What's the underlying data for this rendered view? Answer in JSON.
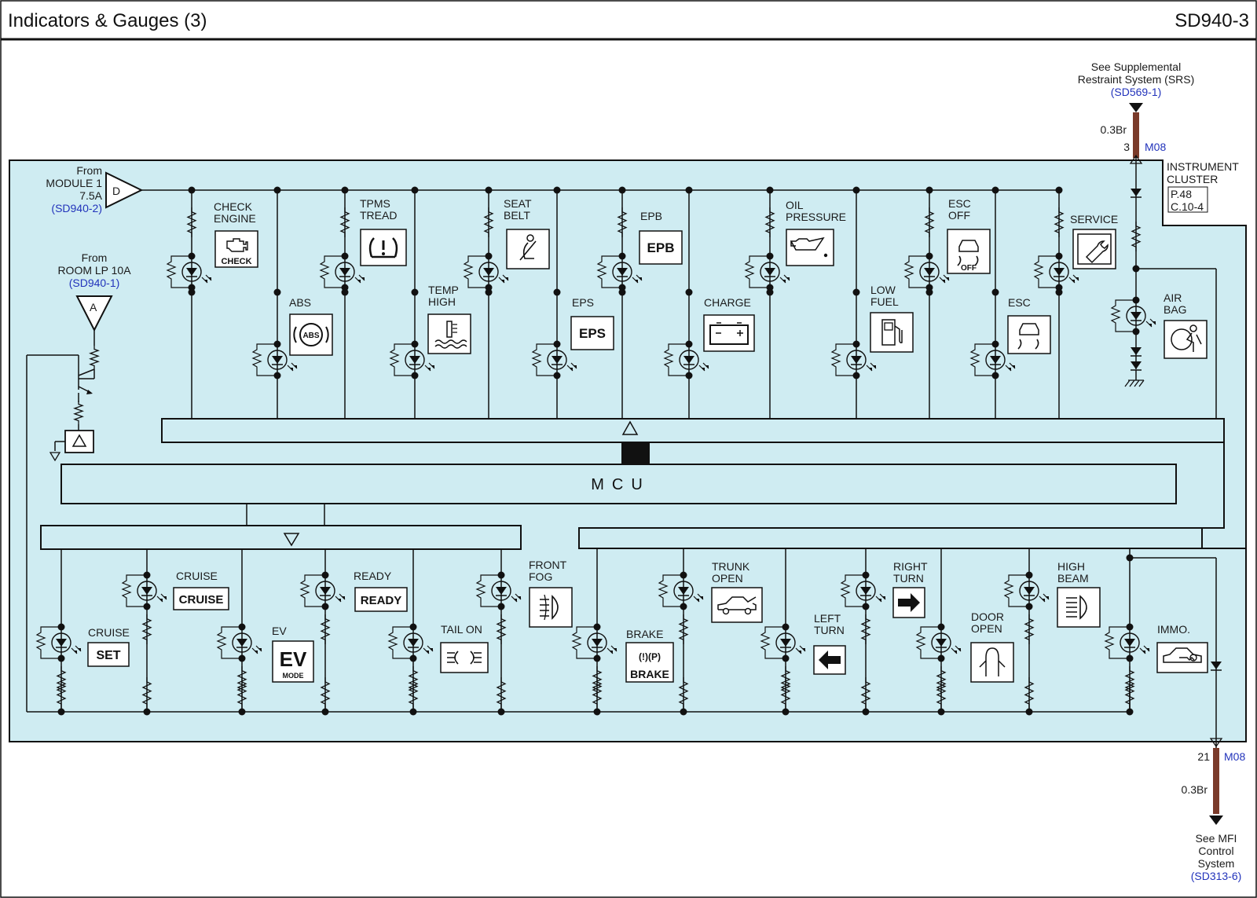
{
  "header": {
    "title": "Indicators & Gauges (3)",
    "code": "SD940-3"
  },
  "colors": {
    "panel": "#cfecf2",
    "line": "#111111",
    "ref": "#2233bb",
    "wire": "#7a3a2a"
  },
  "module_input": {
    "from": "From",
    "name": "MODULE 1",
    "fuse": "7.5A",
    "ref": "(SD940-2)",
    "conn": "D"
  },
  "room_input": {
    "from": "From",
    "name": "ROOM LP 10A",
    "ref": "(SD940-1)",
    "conn": "A"
  },
  "srs": {
    "line1": "See Supplemental",
    "line2": "Restraint System (SRS)",
    "ref": "(SD569-1)",
    "wire": "0.3Br",
    "pin": "3",
    "conn": "M08"
  },
  "cluster": {
    "line1": "INSTRUMENT",
    "line2": "CLUSTER",
    "p1": "P.48",
    "p2": "C.10-4"
  },
  "mfi": {
    "line1": "See MFI",
    "line2": "Control",
    "line3": "System",
    "ref": "(SD313-6)",
    "wire": "0.3Br",
    "pin": "21",
    "conn": "M08"
  },
  "mcu": {
    "label": "MCU"
  },
  "top_indicators": [
    {
      "lines": [
        "CHECK",
        "ENGINE"
      ],
      "icon": "check-engine-icon",
      "icon_text": "CHECK"
    },
    {
      "lines": [
        "ABS"
      ],
      "icon": "abs-icon",
      "icon_text": "ABS"
    },
    {
      "lines": [
        "TPMS",
        "TREAD"
      ],
      "icon": "tpms-icon"
    },
    {
      "lines": [
        "TEMP",
        "HIGH"
      ],
      "icon": "temp-icon"
    },
    {
      "lines": [
        "SEAT",
        "BELT"
      ],
      "icon": "seat-belt-icon"
    },
    {
      "lines": [
        "EPS"
      ],
      "icon": "eps-icon",
      "icon_text": "EPS"
    },
    {
      "lines": [
        "EPB"
      ],
      "icon": "epb-icon",
      "icon_text": "EPB"
    },
    {
      "lines": [
        "CHARGE"
      ],
      "icon": "battery-icon"
    },
    {
      "lines": [
        "OIL",
        "PRESSURE"
      ],
      "icon": "oil-can-icon"
    },
    {
      "lines": [
        "LOW",
        "FUEL"
      ],
      "icon": "fuel-pump-icon"
    },
    {
      "lines": [
        "ESC",
        "OFF"
      ],
      "icon": "esc-off-icon",
      "icon_text": "OFF"
    },
    {
      "lines": [
        "ESC"
      ],
      "icon": "esc-icon"
    },
    {
      "lines": [
        "SERVICE"
      ],
      "icon": "wrench-icon"
    },
    {
      "lines": [
        "AIR",
        "BAG"
      ],
      "icon": "airbag-icon"
    }
  ],
  "bottom_indicators": [
    {
      "lines": [
        "CRUISE"
      ],
      "icon": "cruise-set-icon",
      "icon_text": "SET"
    },
    {
      "lines": [
        "CRUISE"
      ],
      "icon": "cruise-icon",
      "icon_text": "CRUISE"
    },
    {
      "lines": [
        "EV"
      ],
      "icon": "ev-mode-icon",
      "icon_text": "EV",
      "icon_sub": "MODE"
    },
    {
      "lines": [
        "READY"
      ],
      "icon": "ready-icon",
      "icon_text": "READY"
    },
    {
      "lines": [
        "TAIL ON"
      ],
      "icon": "tail-lamp-icon"
    },
    {
      "lines": [
        "FRONT",
        "FOG"
      ],
      "icon": "front-fog-icon"
    },
    {
      "lines": [
        "BRAKE"
      ],
      "icon": "brake-icon",
      "icon_text": "BRAKE",
      "icon_sub": "(!)(P)"
    },
    {
      "lines": [
        "TRUNK",
        "OPEN"
      ],
      "icon": "trunk-open-icon"
    },
    {
      "lines": [
        "LEFT",
        "TURN"
      ],
      "icon": "left-arrow-icon"
    },
    {
      "lines": [
        "RIGHT",
        "TURN"
      ],
      "icon": "right-arrow-icon"
    },
    {
      "lines": [
        "DOOR",
        "OPEN"
      ],
      "icon": "door-open-icon"
    },
    {
      "lines": [
        "HIGH",
        "BEAM"
      ],
      "icon": "high-beam-icon"
    },
    {
      "lines": [
        "IMMO."
      ],
      "icon": "immobilizer-icon"
    }
  ]
}
